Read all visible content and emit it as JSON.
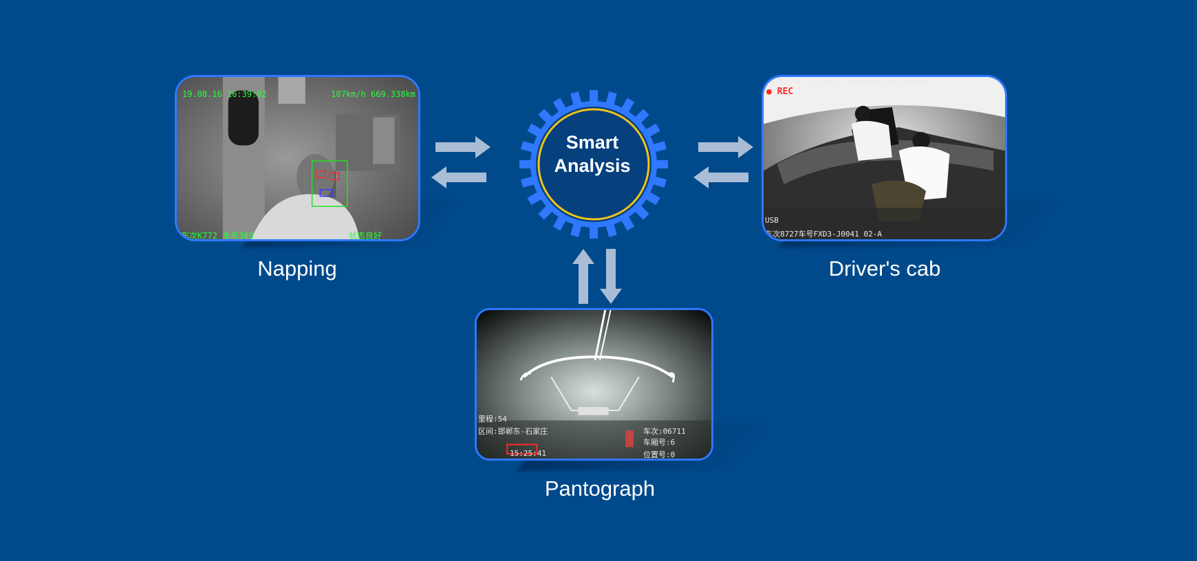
{
  "center": {
    "line1": "Smart",
    "line2": "Analysis"
  },
  "captions": {
    "napping": "Napping",
    "cab": "Driver's cab",
    "pantograph": "Pantograph"
  },
  "napping_osd": {
    "datetime": "19.08.16  16:39:02",
    "speed": "107km/h  669.338km",
    "train": "车次K772  车号305",
    "status": "状态良好"
  },
  "cab_osd": {
    "top": "30.06.04  17:34:33  156km/h  2103.468km",
    "rec": "REC",
    "usb": "USB",
    "bottom": "车次8727车号FXD3-J0041  02-A"
  },
  "pantograph_osd": {
    "line1": "里程:54",
    "line2": "区间:邯郸东-石家庄",
    "line3": "车次:06711",
    "line4": "车厢号:6",
    "line5": "位置号:0",
    "time": "15:25:41"
  },
  "colors": {
    "background": "#004a8c",
    "gear": "#2f78ff",
    "ring": "#f0c419",
    "arrow": "#a9bdd6"
  }
}
